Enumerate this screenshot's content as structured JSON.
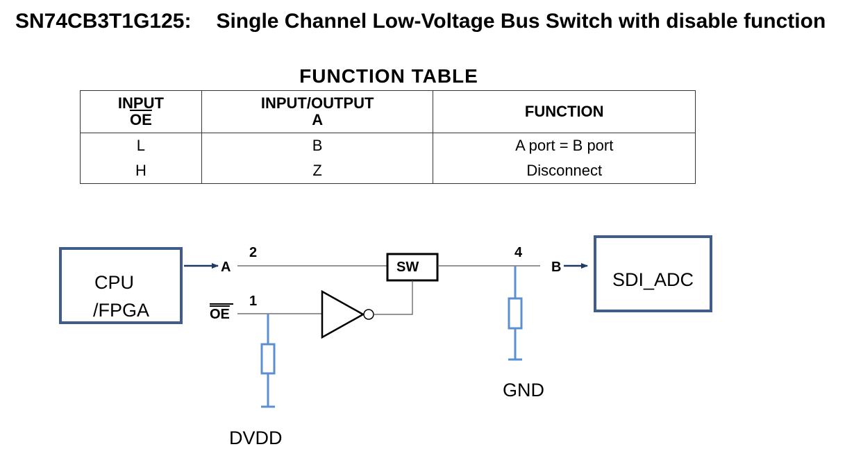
{
  "title": {
    "part_number": "SN74CB3T1G125:",
    "description": "Single Channel Low-Voltage Bus Switch with disable function"
  },
  "function_table": {
    "title": "FUNCTION TABLE",
    "headers": {
      "input_top": "INPUT",
      "input_bottom": "OE",
      "io_top": "INPUT/OUTPUT",
      "io_bottom": "A",
      "function": "FUNCTION"
    },
    "rows": [
      {
        "input": "L",
        "io": "B",
        "function": "A port = B port"
      },
      {
        "input": "H",
        "io": "Z",
        "function": "Disconnect"
      }
    ]
  },
  "diagram": {
    "cpu_line1": "CPU",
    "cpu_line2": "/FPGA",
    "adc_label": "SDI_ADC",
    "pin_a": "A",
    "pin_a_number": "2",
    "pin_oe": "OE",
    "pin_oe_number": "1",
    "switch_label": "SW",
    "pin_b": "B",
    "pin_b_number": "4",
    "gnd_label": "GND",
    "dvdd_label": "DVDD",
    "box_color": "#3f5c8c",
    "resistor_color": "#5b8fcf",
    "arrow_color": "#1f3864"
  }
}
